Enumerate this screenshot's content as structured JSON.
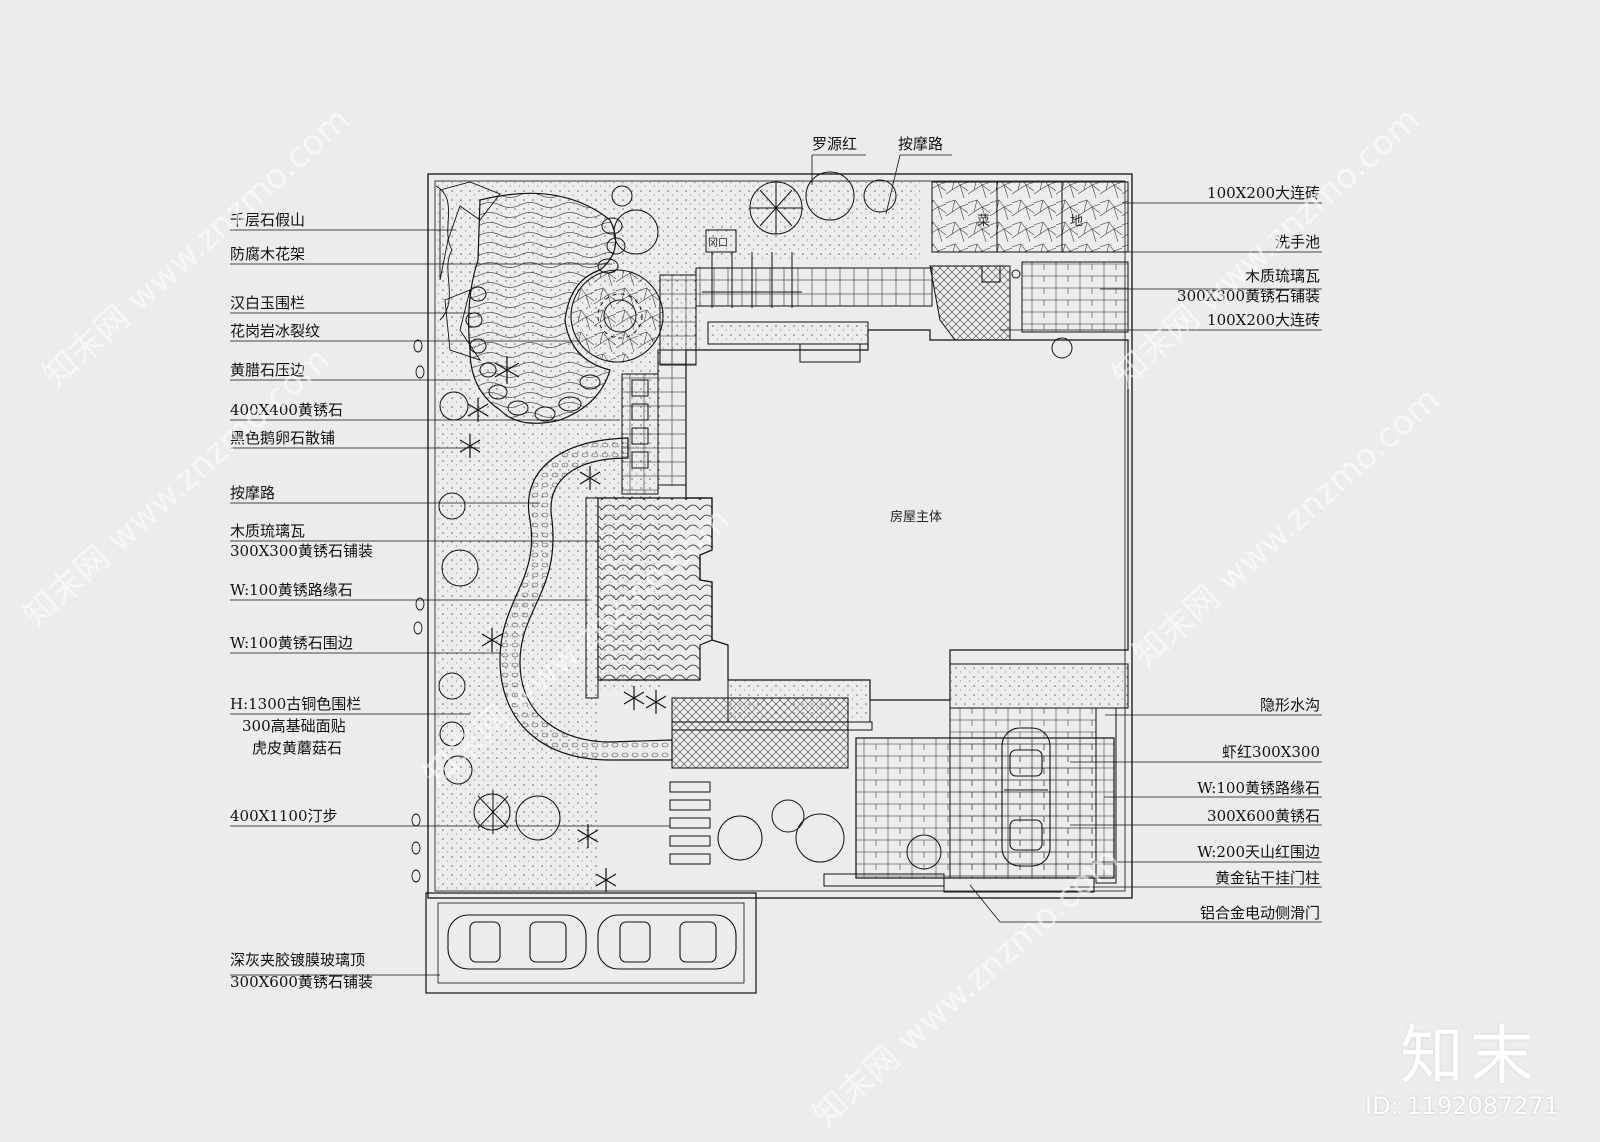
{
  "labels_left": [
    "千层石假山",
    "防腐木花架",
    "汉白玉围栏",
    "花岗岩冰裂纹",
    "黄腊石压边",
    "400X400黄锈石",
    "黑色鹅卵石散铺",
    "按摩路",
    "木质琉璃瓦",
    "300X300黄锈石铺装",
    "W:100黄锈路缘石",
    "W:100黄锈石围边",
    "H:1300古铜色围栏",
    "300高基础面贴",
    "虎皮黄蘑菇石",
    "400X1100汀步",
    "深灰夹胶镀膜玻璃顶",
    "300X600黄锈石铺装"
  ],
  "labels_right": [
    "100X200大连砖",
    "洗手池",
    "木质琉璃瓦",
    "300X300黄锈石铺装",
    "100X200大连砖",
    "隐形水沟",
    "虾红300X300",
    "W:100黄锈路缘石",
    "300X600黄锈石",
    "W:200天山红围边",
    "黄金钻干挂门柱",
    "铝合金电动侧滑门"
  ],
  "labels_top": [
    "罗源红",
    "按摩路"
  ],
  "plan_text": {
    "house": "房屋主体",
    "veg_1": "菜",
    "veg_2": "地",
    "small_sign": "冈口"
  },
  "watermark": {
    "brand": "知末",
    "image_id": "ID: 1192087271",
    "site": "知末网 www.znzmo.com"
  },
  "colors": {
    "background": "#ececec",
    "line": "#111111",
    "watermark": "#ffffff"
  }
}
